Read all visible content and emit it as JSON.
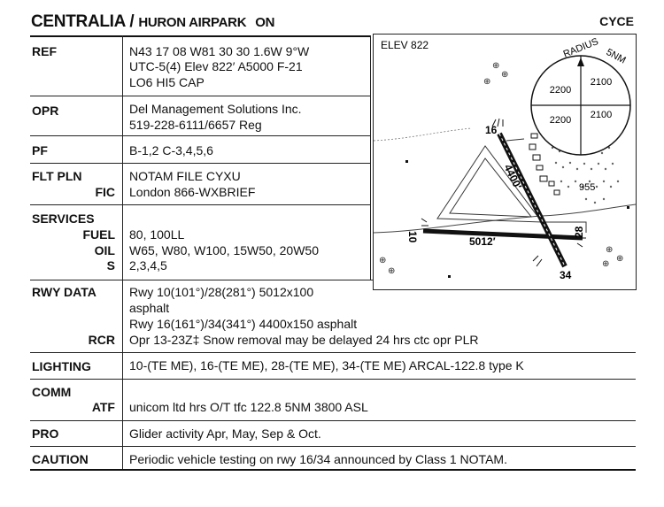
{
  "header": {
    "city": "CENTRALIA /",
    "airport": "HURON AIRPARK",
    "province": "ON",
    "ident": "CYCE"
  },
  "sections": {
    "ref": {
      "label": "REF",
      "lines": [
        "N43 17 08 W81 30 30   1.6W   9°W",
        "UTC-5(4)   Elev 822′   A5000   F-21",
        "LO6   HI5   CAP"
      ]
    },
    "opr": {
      "label": "OPR",
      "lines": [
        "Del Management Solutions Inc.",
        "519-228-6111/6657   Reg"
      ]
    },
    "pf": {
      "label": "PF",
      "lines": [
        "B-1,2   C-3,4,5,6"
      ]
    },
    "flt_pln": {
      "label": "FLT PLN",
      "sublabel": "FIC",
      "lines": [
        "NOTAM FILE CYXU",
        "London 866-WXBRIEF"
      ]
    },
    "services": {
      "label": "SERVICES",
      "sublabels": [
        "FUEL",
        "OIL",
        "S"
      ],
      "lines": [
        "80, 100LL",
        "W65, W80, W100, 15W50, 20W50",
        "2,3,4,5"
      ]
    },
    "rwy_data": {
      "label": "RWY DATA",
      "sublabel": "RCR",
      "lines": [
        "Rwy 10(101°)/28(281°) 5012x100",
        "asphalt",
        "Rwy 16(161°)/34(341°) 4400x150 asphalt",
        "Opr   13-23Z‡   Snow removal may be delayed 24 hrs ctc opr   PLR"
      ]
    },
    "lighting": {
      "label": "LIGHTING",
      "lines": [
        "10-(TE   ME), 16-(TE   ME), 28-(TE   ME), 34-(TE   ME)   ARCAL-122.8 type K"
      ]
    },
    "comm": {
      "label": "COMM",
      "sublabel": "ATF",
      "lines": [
        "unicom ltd hrs O/T tfc 122.8   5NM 3800 ASL"
      ]
    },
    "pro": {
      "label": "PRO",
      "lines": [
        "Glider activity Apr, May, Sep & Oct."
      ]
    },
    "caution": {
      "label": "CAUTION",
      "lines": [
        "Periodic vehicle testing on rwy 16/34 announced by Class 1 NOTAM."
      ]
    }
  },
  "diagram": {
    "elev_label": "ELEV 822",
    "radius_label": "RADIUS",
    "radius_dist": "5NM",
    "quadrants": [
      "2200",
      "2100",
      "2200",
      "2100"
    ],
    "rwy_10": "10",
    "rwy_28": "28",
    "rwy_16": "16",
    "rwy_34": "34",
    "len_10_28": "5012′",
    "len_16_34": "4400′",
    "obstacle": "955"
  }
}
